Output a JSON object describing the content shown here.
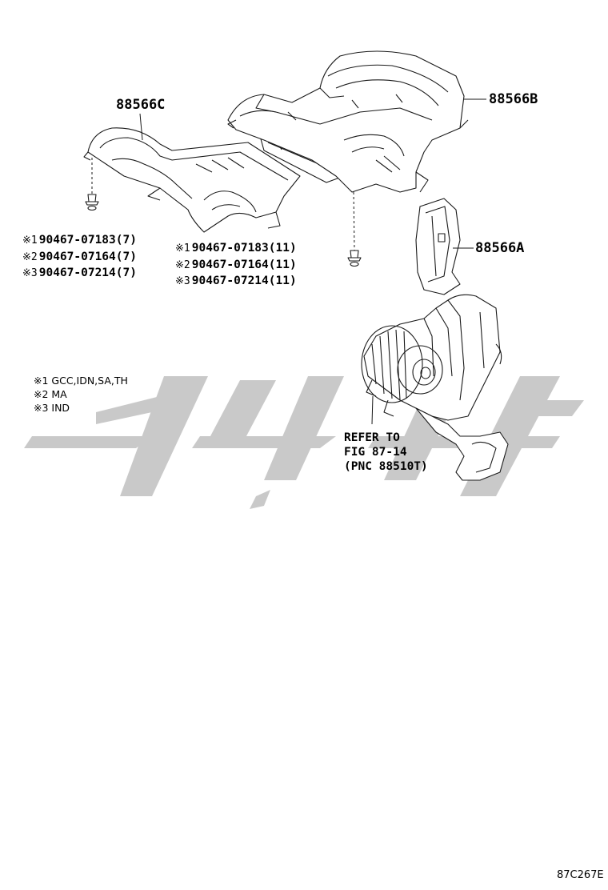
{
  "labels": {
    "part_a": "88566A",
    "part_b": "88566B",
    "part_c": "88566C"
  },
  "left_clip_list": [
    {
      "mark": "※1",
      "part": "90467-07183",
      "qty": "(7)"
    },
    {
      "mark": "※2",
      "part": "90467-07164",
      "qty": "(7)"
    },
    {
      "mark": "※3",
      "part": "90467-07214",
      "qty": "(7)"
    }
  ],
  "center_clip_list": [
    {
      "mark": "※1",
      "part": "90467-07183",
      "qty": "(11)"
    },
    {
      "mark": "※2",
      "part": "90467-07164",
      "qty": "(11)"
    },
    {
      "mark": "※3",
      "part": "90467-07214",
      "qty": "(11)"
    }
  ],
  "notes": [
    "※1 GCC,IDN,SA,TH",
    "※2 MA",
    "※3 IND"
  ],
  "reference": {
    "line1": "REFER TO",
    "line2": "FIG 87-14",
    "line3": "(PNC 88510T)"
  },
  "figure_code": "87C267E",
  "colors": {
    "line": "#1a1a1a",
    "watermark": "#bdbdbd"
  }
}
